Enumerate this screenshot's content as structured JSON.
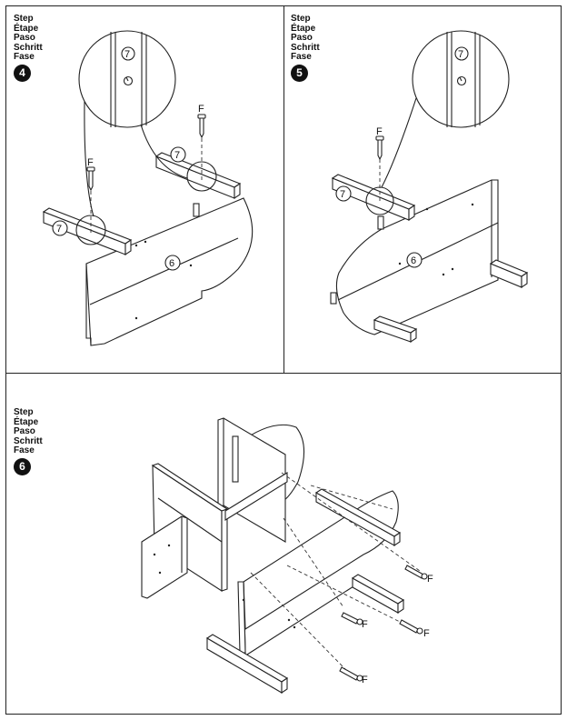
{
  "step_words": [
    "Step",
    "Étape",
    "Paso",
    "Schritt",
    "Fase"
  ],
  "steps": [
    {
      "number": "4"
    },
    {
      "number": "5"
    },
    {
      "number": "6"
    }
  ],
  "parts": {
    "panel": "6",
    "rail": "7",
    "screw": "F"
  }
}
